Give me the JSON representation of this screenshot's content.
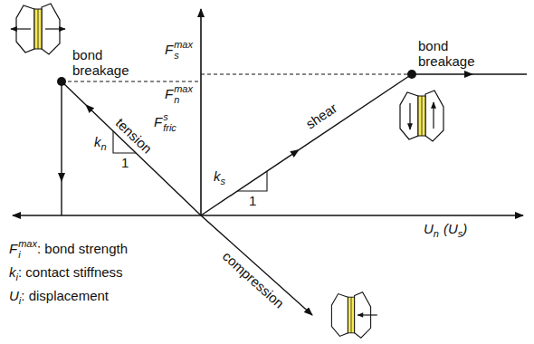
{
  "diagram": {
    "labels": [
      "bond breakage",
      "F",
      "max",
      "s",
      "bond breakage",
      "F",
      "max",
      "n",
      "tension",
      "F",
      "s",
      "fric",
      "k",
      "n",
      "1",
      "shear",
      "k",
      "s",
      "1",
      "U",
      "n",
      "(U",
      "s",
      ")",
      "compression",
      "F",
      "max",
      "i",
      ": bond strength",
      "k",
      "i",
      ": contact stiffness",
      "U",
      "i",
      ": displacement"
    ]
  }
}
